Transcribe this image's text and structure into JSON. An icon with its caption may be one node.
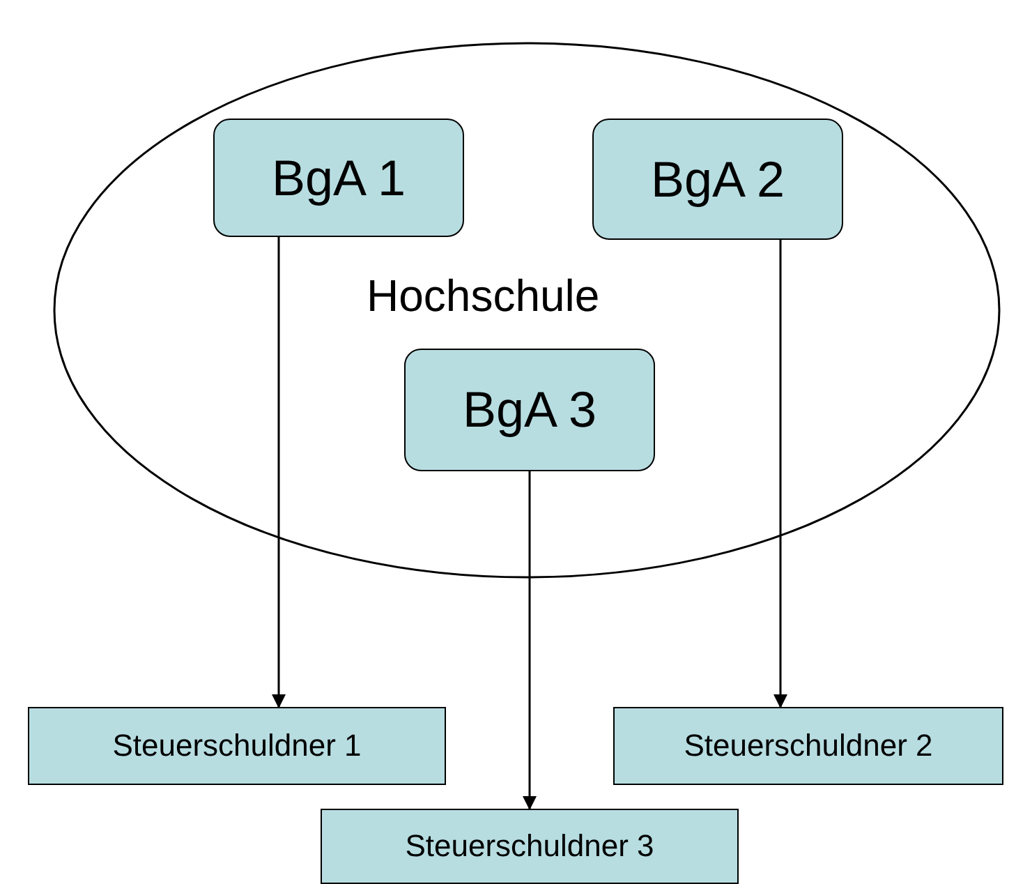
{
  "diagram": {
    "nodes": [
      {
        "text": [
          "Hochschule"
        ]
      },
      {
        "text": [
          "BgA 1"
        ],
        "in": 0
      },
      {
        "text": [
          "BgA 2"
        ],
        "in": 0
      },
      {
        "text": [
          "BgA 3"
        ],
        "in": 0
      },
      {
        "text": [
          "Steuerschuldner 1"
        ]
      },
      {
        "text": [
          "Steuerschuldner 2"
        ]
      },
      {
        "text": [
          "Steuerschuldner 3"
        ]
      }
    ],
    "edges": [
      {
        "from": 1,
        "to": 4,
        "arrow": "to"
      },
      {
        "from": 2,
        "to": 5,
        "arrow": "to"
      },
      {
        "from": 3,
        "to": 6,
        "arrow": "to"
      }
    ]
  }
}
